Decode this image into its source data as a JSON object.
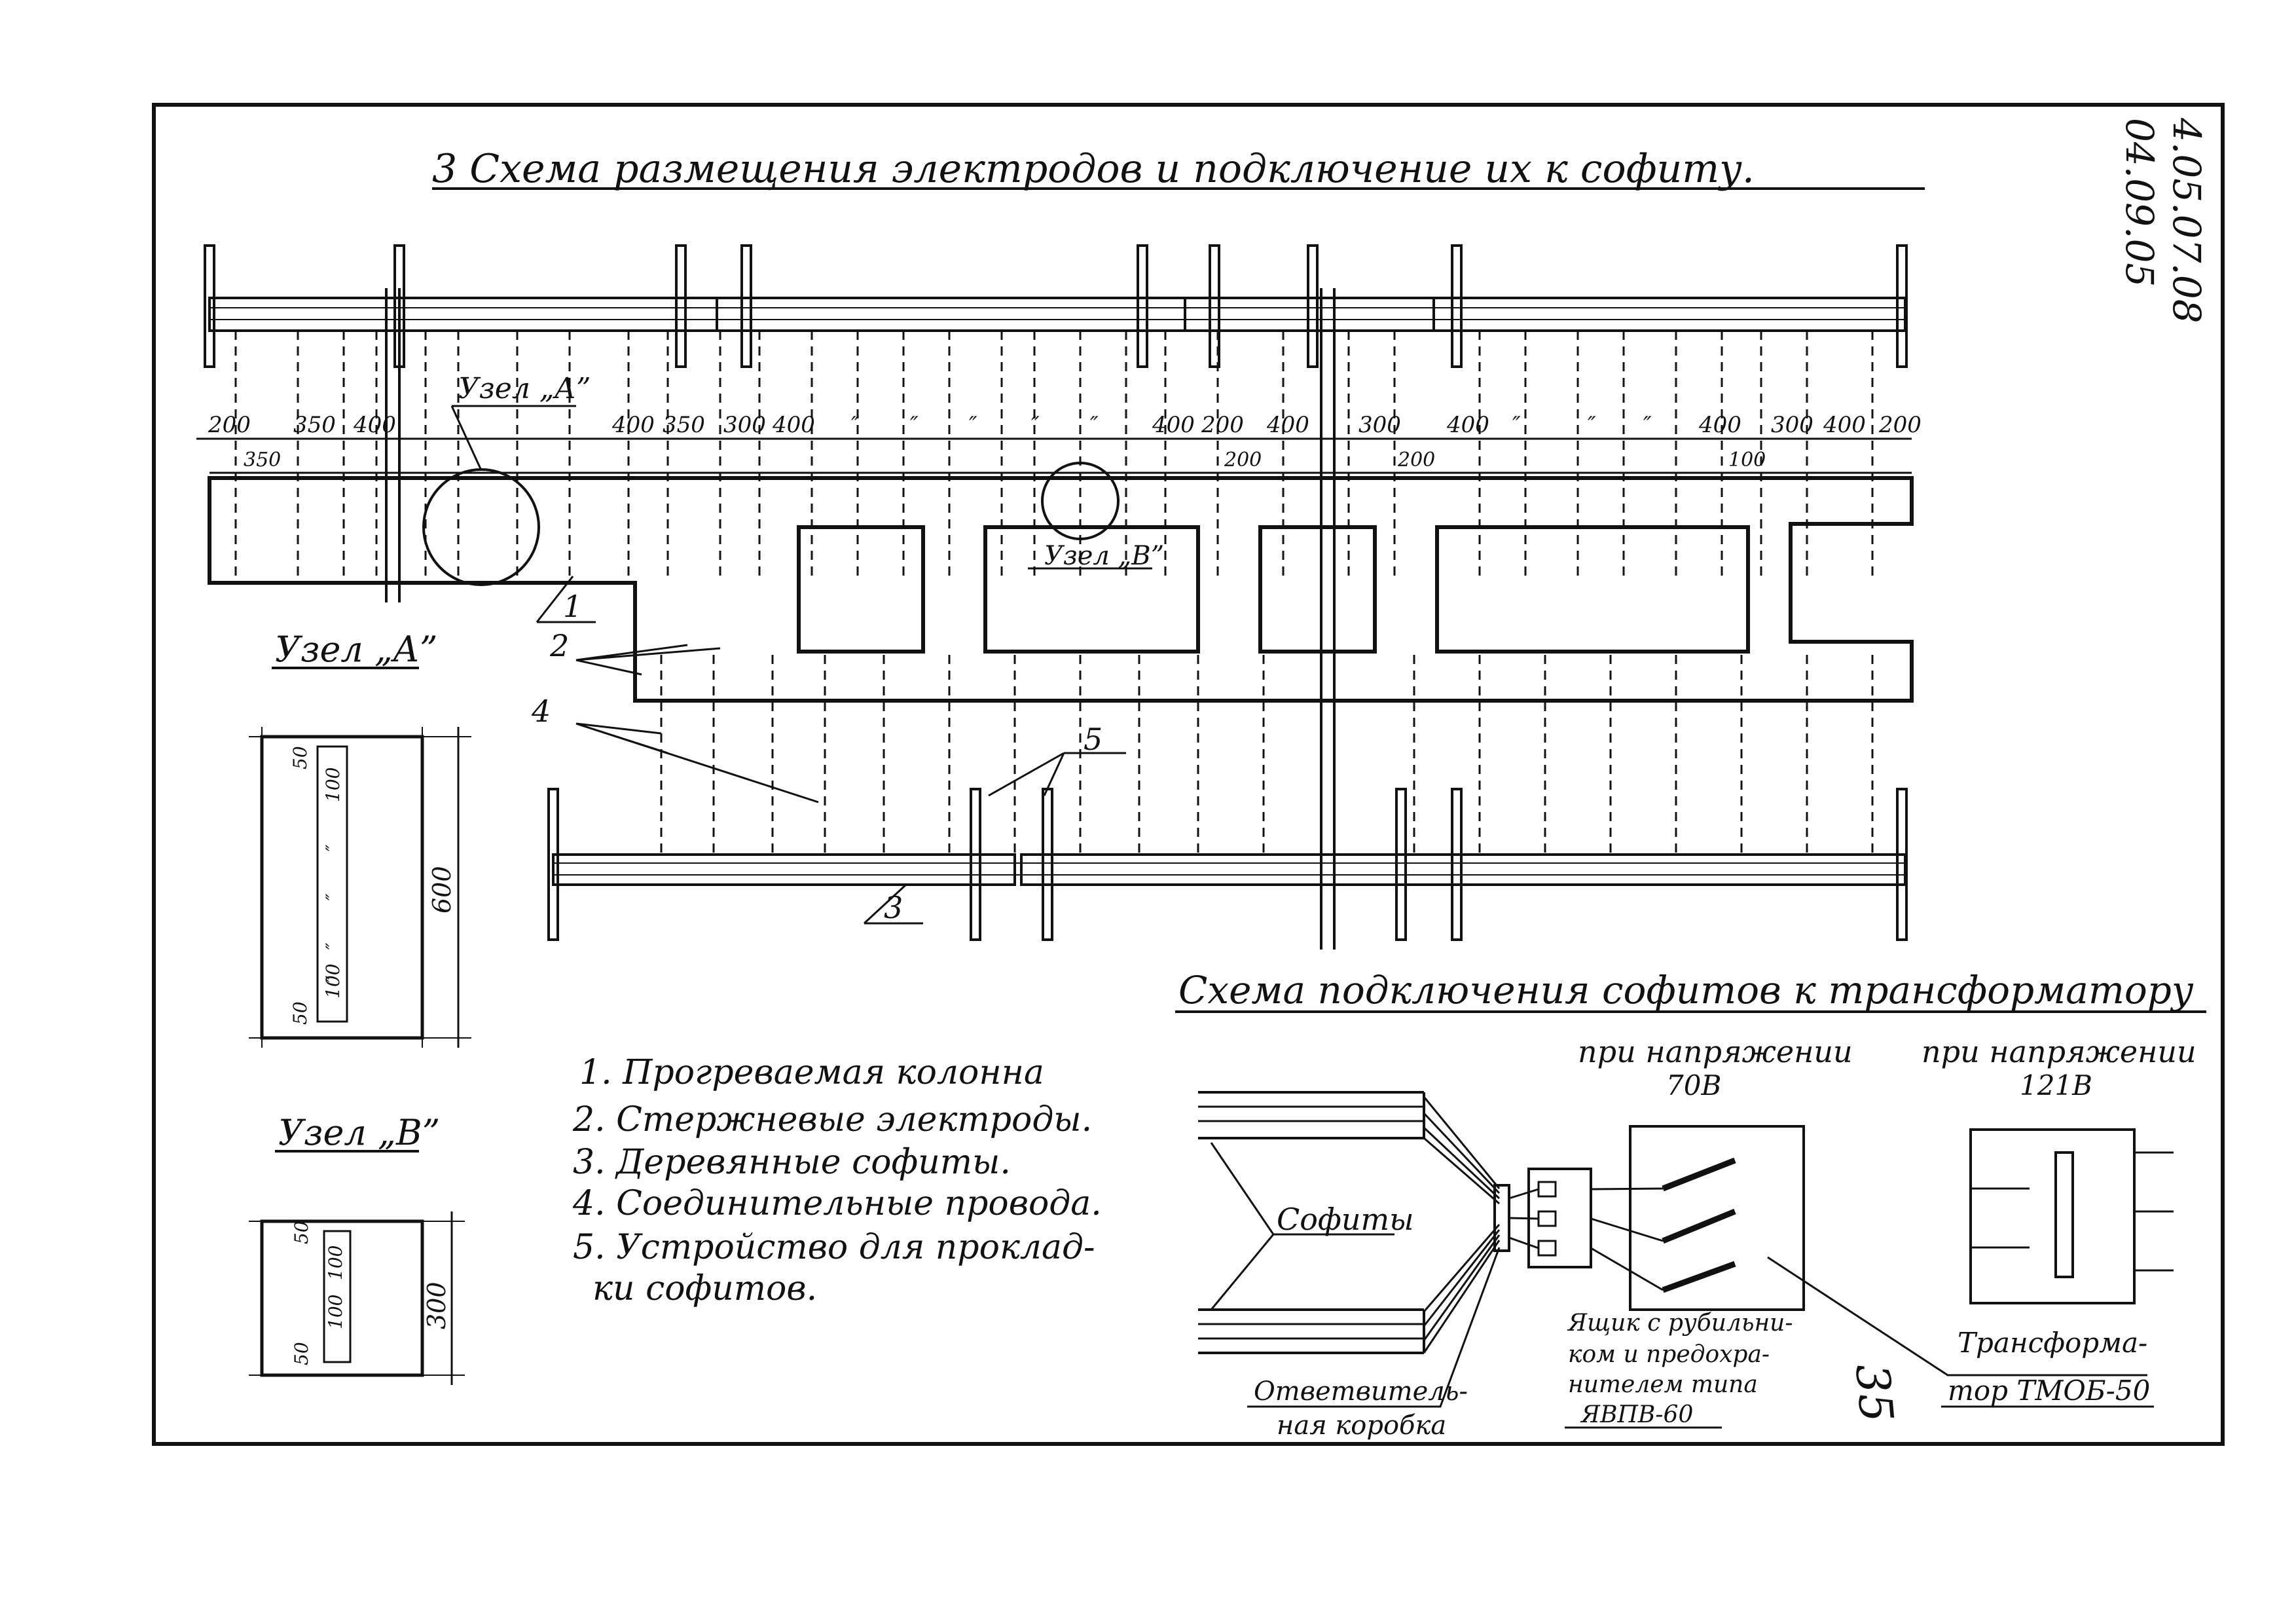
{
  "title": "3 Схема размещения электродов и подключение их к софиту.",
  "code_stamp": [
    "4.05.07.08",
    "04.09.05"
  ],
  "dimensions_top": [
    "200",
    "350",
    "400",
    "",
    "",
    "",
    "400",
    "350",
    "300",
    "400",
    "″",
    "″",
    "″",
    "″",
    "″",
    "400",
    "200",
    "400",
    "300",
    "400",
    "″",
    "″",
    "″",
    "400",
    "300",
    "400",
    "200"
  ],
  "dimensions_lower": [
    "350",
    "200",
    "200",
    "100"
  ],
  "node_a_marker": "Узел „А”",
  "node_b_marker": "Узел „В”",
  "node_a": {
    "title": "Узел „А”",
    "dims": [
      "50",
      "100",
      "″",
      "″",
      "″",
      "″",
      "100",
      "50"
    ],
    "height": "600"
  },
  "node_b": {
    "title": "Узел „В”",
    "dims": [
      "50",
      "100",
      "100",
      "50"
    ],
    "height": "300"
  },
  "callouts": [
    "1",
    "2",
    "3",
    "4",
    "5"
  ],
  "legend": [
    "1. Прогреваемая колонна",
    "2. Стержневые электроды.",
    "3. Деревянные софиты.",
    "4. Соединительные провода.",
    "5. Устройство для проклад-",
    "ки софитов."
  ],
  "scheme2": {
    "title": "Схема подключения софитов к трансформатору",
    "voltage_left": "при напряжении",
    "voltage_left_value": "70В",
    "voltage_right": "при напряжении",
    "voltage_right_value": "121В",
    "sofits_label": "Софиты",
    "junction_label": [
      "Ответвитель-",
      "ная коробка"
    ],
    "switch_label": [
      "Ящик с рубильни-",
      "ком и предохра-",
      "нителем типа",
      "ЯВПВ-60"
    ],
    "transformer_label": [
      "Трансформа-",
      "тор ТМОБ-50"
    ],
    "page_mark": "35"
  }
}
